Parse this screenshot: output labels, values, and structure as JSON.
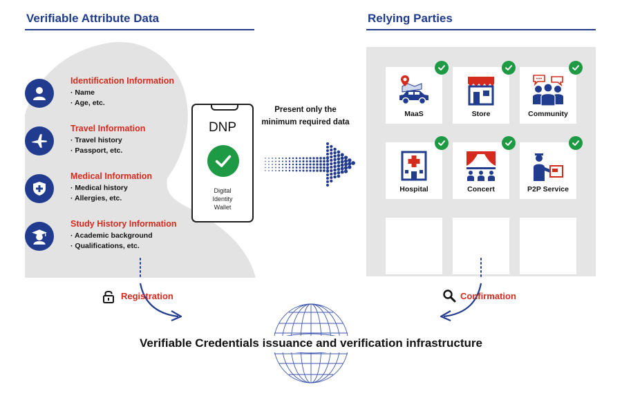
{
  "left_section": {
    "title": "Verifiable Attribute Data",
    "categories": [
      {
        "title": "Identification Information",
        "items": [
          "· Name",
          "· Age, etc."
        ],
        "icon": "person-icon"
      },
      {
        "title": "Travel Information",
        "items": [
          "· Travel history",
          "· Passport, etc."
        ],
        "icon": "airplane-icon"
      },
      {
        "title": "Medical Information",
        "items": [
          "· Medical history",
          "· Allergies, etc."
        ],
        "icon": "medical-shield-icon"
      },
      {
        "title": "Study History Information",
        "items": [
          "· Academic background",
          "· Qualifications, etc."
        ],
        "icon": "graduate-icon"
      }
    ]
  },
  "wallet": {
    "name": "DNP",
    "label_line1": "Digital",
    "label_line2": "Identity",
    "label_line3": "Wallet"
  },
  "present": {
    "line1": "Present only the",
    "line2": "minimum required data"
  },
  "right_section": {
    "title": "Relying Parties",
    "tiles": [
      {
        "label": "MaaS",
        "icon": "car-map-icon",
        "checked": true
      },
      {
        "label": "Store",
        "icon": "store-icon",
        "checked": true
      },
      {
        "label": "Community",
        "icon": "community-icon",
        "checked": true
      },
      {
        "label": "Hospital",
        "icon": "hospital-icon",
        "checked": true
      },
      {
        "label": "Concert",
        "icon": "concert-icon",
        "checked": true
      },
      {
        "label": "P2P Service",
        "icon": "p2p-icon",
        "checked": true
      },
      {
        "label": "",
        "checked": false
      },
      {
        "label": "",
        "checked": false
      },
      {
        "label": "",
        "checked": false
      }
    ]
  },
  "registration": {
    "label": "Registration",
    "icon": "padlock-icon"
  },
  "confirmation": {
    "label": "Confirmation",
    "icon": "magnifier-icon"
  },
  "infrastructure": {
    "label": "Verifiable Credentials issuance and verification infrastructure",
    "icon": "globe-icon"
  },
  "colors": {
    "navy": "#213b8e",
    "red": "#d52b1e",
    "green": "#1f9a44",
    "panel": "#e5e5e5",
    "silhouette": "#e3e3e3"
  }
}
